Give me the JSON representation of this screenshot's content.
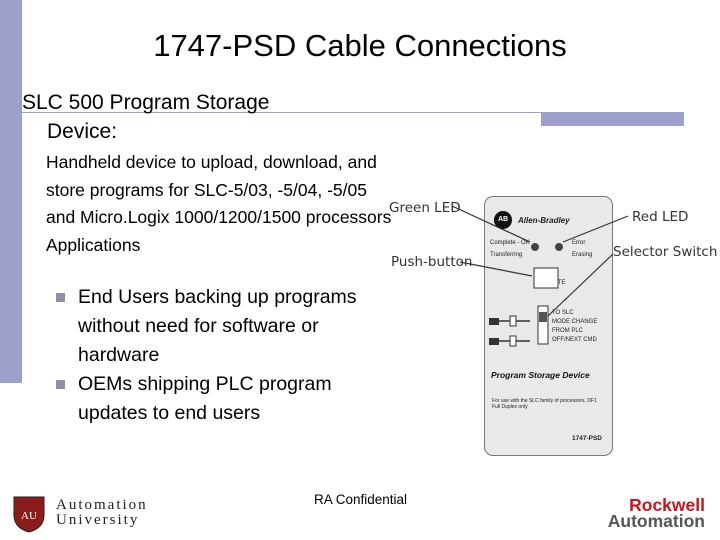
{
  "slide": {
    "title": "1747-PSD Cable Connections",
    "subtitle_line1": "SLC 500 Program Storage",
    "subtitle_line2": "Device:",
    "description": "Handheld device to upload, download, and store programs for SLC-5/03, -5/04, -5/05 and Micro.Logix 1000/1200/1500 processors",
    "applications_label": "Applications",
    "bullets": [
      "End Users backing up programs without need for software or hardware",
      "OEMs shipping PLC program updates to end users"
    ]
  },
  "device_labels": {
    "green_led": "Green LED",
    "red_led": "Red LED",
    "push_button": "Push-button",
    "selector_switch": "Selector Switch"
  },
  "device": {
    "brand": "Allen-Bradley",
    "complete_ok": "Complete - OK",
    "transferring": "Transferring",
    "error": "Error",
    "erasing": "Erasing",
    "execute": "EXECUTE",
    "to_slc": "TO SLC",
    "mode_change": "MODE CHANGE",
    "from_plc": "FROM PLC",
    "off_next": "OFF/NEXT CMD",
    "name": "Program Storage Device",
    "note": "For use with the SLC family of processors, DF1 Full Duplex only",
    "model": "1747-PSD"
  },
  "footer": {
    "confidential": "RA Confidential",
    "au_line1": "Automation",
    "au_line2": "University",
    "rw_line1": "Rockwell",
    "rw_line2": "Automation"
  }
}
